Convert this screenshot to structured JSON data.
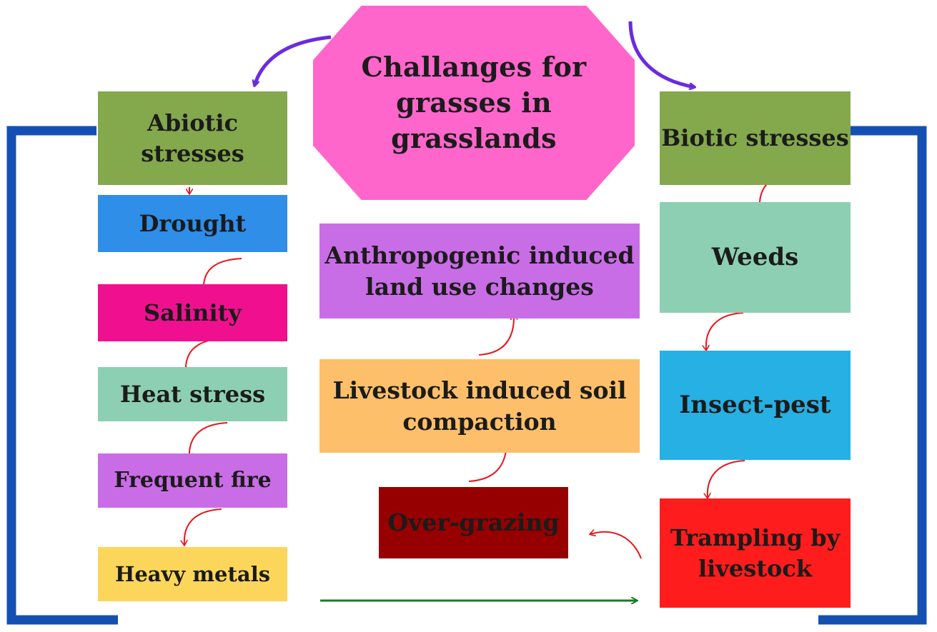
{
  "title": {
    "line1": "Challanges for",
    "line2": "grasses in grasslands"
  },
  "abiotic": {
    "header": "Abiotic stresses",
    "items": [
      "Drought",
      "Salinity",
      "Heat stress",
      "Frequent fire",
      "Heavy metals"
    ]
  },
  "biotic": {
    "header": "Biotic stresses",
    "items": [
      "Weeds",
      "Insect-pest"
    ],
    "trampling": {
      "line1": "Trampling by",
      "line2": "livestock"
    }
  },
  "center": {
    "anthropogenic": {
      "line1": "Anthropogenic induced",
      "line2": "land use changes"
    },
    "livestock": {
      "line1": "Livestock induced soil",
      "line2": "compaction"
    },
    "overgrazing": "Over-grazing"
  },
  "colors": {
    "title": "#ff66cc",
    "header": "#84a84c",
    "drought": "#2f8ee8",
    "salinity": "#f0108f",
    "heat_stress": "#8dcfb2",
    "frequent_fire": "#c96de6",
    "heavy_metals": "#fcd65b",
    "anthropogenic": "#c96de6",
    "livestock_compaction": "#fdbf6a",
    "over_grazing": "#960000",
    "weeds": "#8dcfb2",
    "insect_pest": "#26b0e3",
    "trampling": "#ff1c1c",
    "bracket": "#1450b4",
    "main_arrow": "#6a2be0",
    "flow_arrow": "#e8161a",
    "bottom_arrow": "#1a7a2a"
  }
}
